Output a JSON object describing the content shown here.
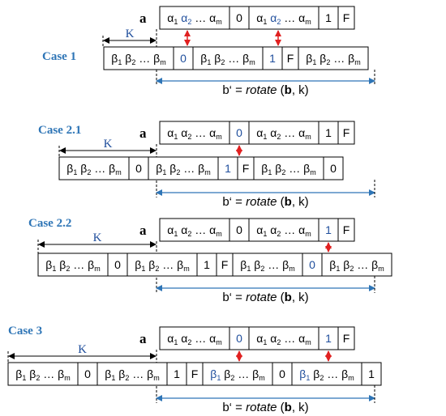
{
  "palette": {
    "case_label": "#2E75B6",
    "blue_text": "#1F4E9C",
    "blue_arrow": "#2E75B6",
    "red_arrow": "#E02020",
    "black": "#000000",
    "box_fill": "#FFFFFF"
  },
  "labels": {
    "a": "a",
    "K": "K",
    "formula_prefix": "b‘ = ",
    "formula_rotate": "rotate",
    "formula_open": " (",
    "formula_b": "b",
    "formula_close": ", k)"
  },
  "cells": {
    "alpha_seq": "α₁ α₂ … αm",
    "beta_seq": "β₁ β₂ … βm",
    "zero": "0",
    "one": "1",
    "F": "F"
  },
  "cases": [
    {
      "name": "Case 1",
      "a_row": [
        {
          "t": "alpha_seq",
          "blue2": true
        },
        {
          "t": "zero"
        },
        {
          "t": "alpha_seq",
          "blue2": true
        },
        {
          "t": "one"
        },
        {
          "t": "F"
        }
      ],
      "b_row": [
        {
          "t": "beta_seq"
        },
        {
          "t": "zero",
          "blue": true
        },
        {
          "t": "beta_seq"
        },
        {
          "t": "one",
          "blue": true
        },
        {
          "t": "F"
        },
        {
          "t": "beta_seq"
        }
      ]
    },
    {
      "name": "Case 2.1",
      "a_row": [
        {
          "t": "alpha_seq"
        },
        {
          "t": "zero",
          "blue": true
        },
        {
          "t": "alpha_seq"
        },
        {
          "t": "one"
        },
        {
          "t": "F"
        }
      ],
      "b_row": [
        {
          "t": "beta_seq"
        },
        {
          "t": "zero"
        },
        {
          "t": "beta_seq"
        },
        {
          "t": "one",
          "blue": true
        },
        {
          "t": "F"
        },
        {
          "t": "beta_seq"
        },
        {
          "t": "zero"
        }
      ]
    },
    {
      "name": "Case 2.2",
      "a_row": [
        {
          "t": "alpha_seq"
        },
        {
          "t": "zero"
        },
        {
          "t": "alpha_seq"
        },
        {
          "t": "one",
          "blue": true
        },
        {
          "t": "F"
        }
      ],
      "b_row": [
        {
          "t": "beta_seq"
        },
        {
          "t": "zero"
        },
        {
          "t": "beta_seq"
        },
        {
          "t": "one"
        },
        {
          "t": "F"
        },
        {
          "t": "beta_seq"
        },
        {
          "t": "zero",
          "blue": true
        },
        {
          "t": "beta_seq"
        }
      ]
    },
    {
      "name": "Case 3",
      "a_row": [
        {
          "t": "alpha_seq"
        },
        {
          "t": "zero",
          "blue": true
        },
        {
          "t": "alpha_seq"
        },
        {
          "t": "one",
          "blue": true
        },
        {
          "t": "F"
        }
      ],
      "b_row": [
        {
          "t": "beta_seq"
        },
        {
          "t": "zero"
        },
        {
          "t": "beta_seq"
        },
        {
          "t": "one"
        },
        {
          "t": "F"
        },
        {
          "t": "beta_seq",
          "blue1": true
        },
        {
          "t": "zero"
        },
        {
          "t": "beta_seq",
          "blue1": true
        },
        {
          "t": "one"
        }
      ]
    }
  ]
}
